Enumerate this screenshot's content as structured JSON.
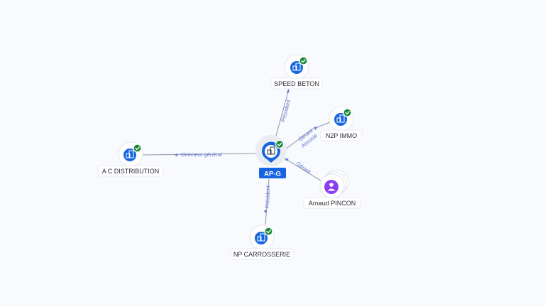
{
  "center": {
    "label": "AP-G",
    "icon": "building-icon",
    "verified": true
  },
  "nodes": [
    {
      "id": "speed-beton",
      "label": "SPEED BETON",
      "type": "company",
      "icon": "building-icon",
      "verified": true
    },
    {
      "id": "n2p-immo",
      "label": "N2P IMMO",
      "type": "company",
      "icon": "building-icon",
      "verified": true
    },
    {
      "id": "ac-distribution",
      "label": "A C DISTRIBUTION",
      "type": "company",
      "icon": "building-icon",
      "verified": true
    },
    {
      "id": "arnaud-pincon",
      "label": "Arnaud PINCON",
      "type": "person",
      "icon": "person-icon",
      "verified": false
    },
    {
      "id": "np-carrosserie",
      "label": "NP CARROSSERIE",
      "type": "company",
      "icon": "building-icon",
      "verified": true
    }
  ],
  "edges": [
    {
      "from": "AP-G",
      "to": "speed-beton",
      "label": "Président"
    },
    {
      "from": "AP-G",
      "to": "n2p-immo",
      "label": "Gérant Associé"
    },
    {
      "from": "AP-G",
      "to": "ac-distribution",
      "label": "Directeur général"
    },
    {
      "from": "arnaud-pincon",
      "to": "AP-G",
      "label": "Gérant"
    },
    {
      "from": "AP-G",
      "to": "np-carrosserie",
      "label": "Président"
    }
  ],
  "colors": {
    "company": "#1565e0",
    "person": "#8c3ff0",
    "verified": "#1c8a3a",
    "edge_label": "#5b6fd3",
    "background": "#f8fafd"
  }
}
